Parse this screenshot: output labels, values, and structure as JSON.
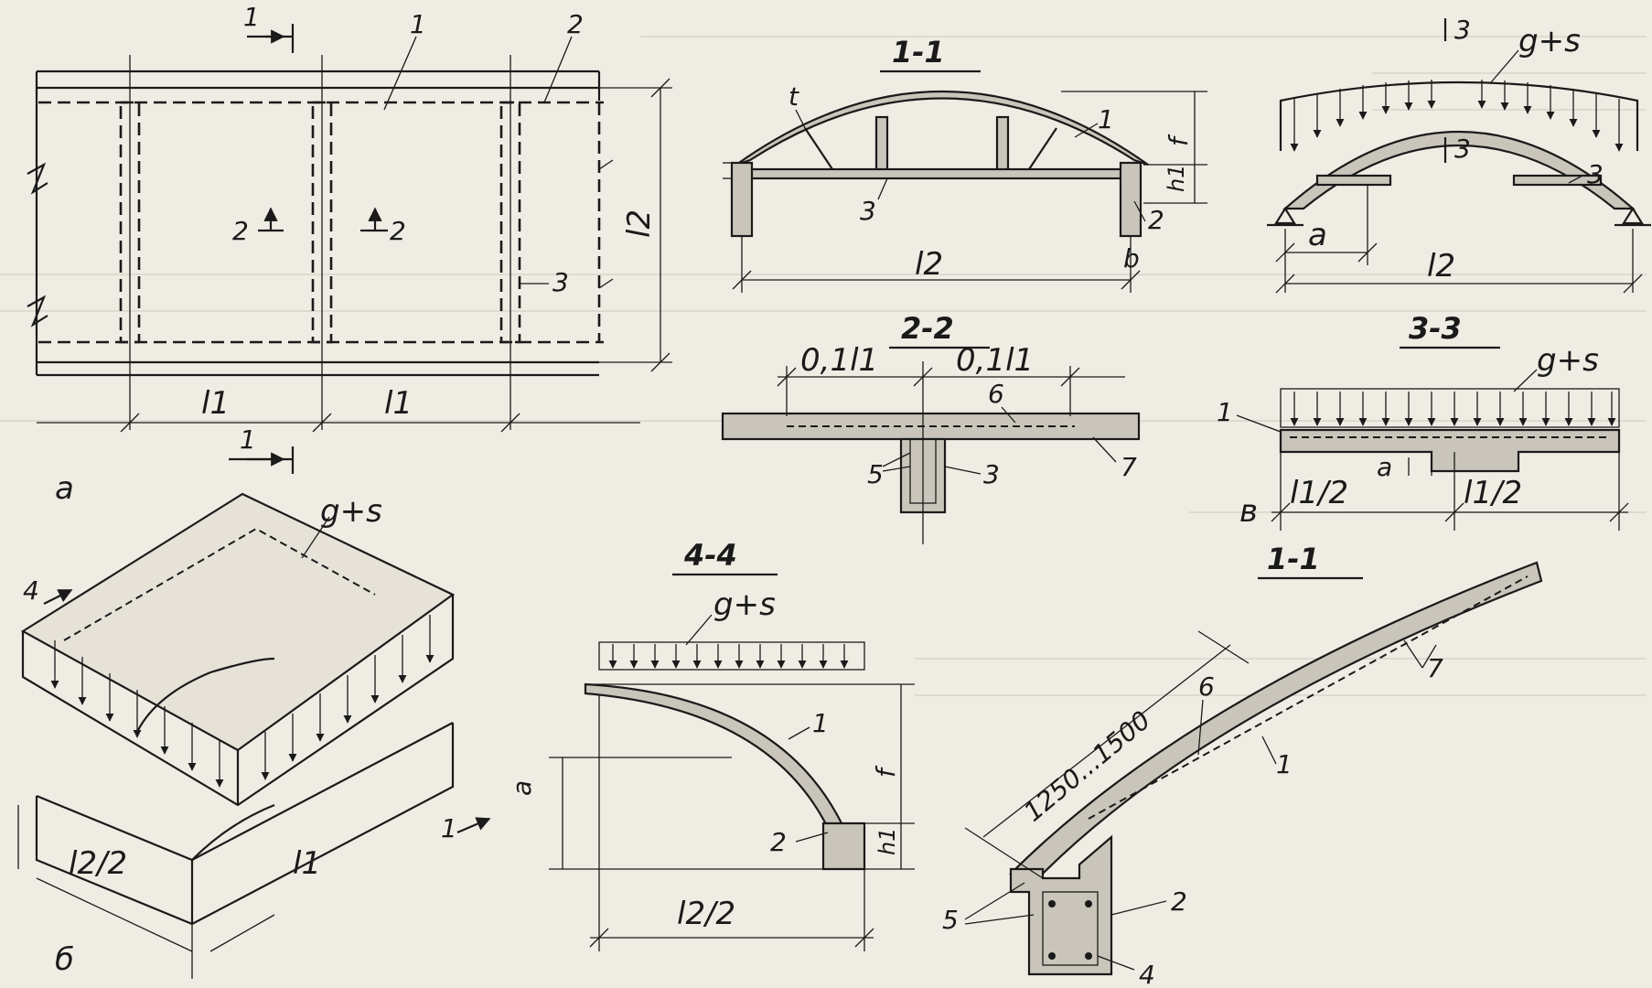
{
  "plan_a": {
    "section_mark_1_top": "1",
    "section_mark_1_bottom": "1",
    "section_mark_2_left": "2",
    "section_mark_2_right": "2",
    "leader_1": "1",
    "leader_2": "2",
    "leader_3": "3",
    "span_l1_left": "l1",
    "span_l1_right": "l1",
    "span_l2": "l2",
    "figure_letter": "а"
  },
  "section_1_1_top": {
    "title": "1-1",
    "t_label": "t",
    "leader_1": "1",
    "leader_2": "2",
    "leader_3": "3",
    "f_label": "f",
    "h1_label": "h1",
    "b_label": "b",
    "span_label": "l2"
  },
  "arch_load": {
    "load_label": "g+s",
    "section_3_top": "3",
    "section_3_bottom": "3",
    "leader_3": "3",
    "a_label": "a",
    "span_label": "l2"
  },
  "section_2_2": {
    "title": "2-2",
    "dim_left": "0,1l1",
    "dim_right": "0,1l1",
    "leader_5": "5",
    "leader_3": "3",
    "leader_6": "6",
    "leader_7": "7"
  },
  "section_3_3": {
    "title": "3-3",
    "load_label": "g+s",
    "leader_1": "1",
    "a_label": "a",
    "half_left": "l1/2",
    "half_right": "l1/2",
    "figure_letter": "в"
  },
  "iso_b": {
    "load_label": "g+s",
    "mark_4": "4",
    "mark_1": "1",
    "half_span": "l2/2",
    "span_l1": "l1",
    "figure_letter": "б"
  },
  "section_4_4": {
    "title": "4-4",
    "load_label": "g+s",
    "leader_1": "1",
    "leader_2": "2",
    "a_label": "a",
    "f_label": "f",
    "h1_label": "h1",
    "half_span": "l2/2"
  },
  "section_1_1_detail": {
    "title": "1-1",
    "dim": "1250...1500",
    "leader_6": "6",
    "leader_7": "7",
    "leader_1": "1",
    "leader_2": "2",
    "leader_5": "5",
    "leader_4": "4"
  }
}
